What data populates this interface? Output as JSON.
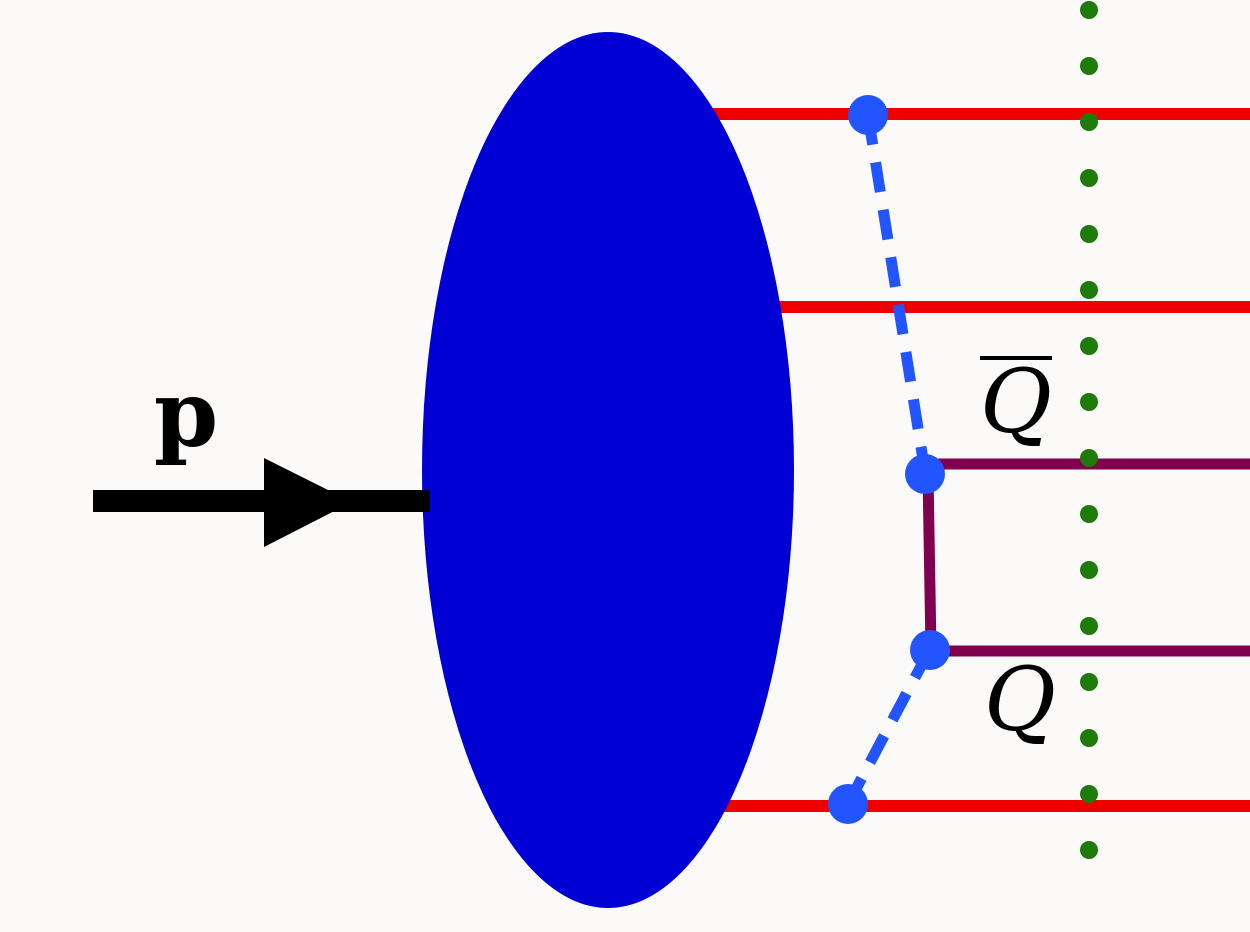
{
  "diagram": {
    "momentum_label": "p",
    "quark_label": "Q",
    "antiquark_label": "Q",
    "colors": {
      "background": "#fbfaf8",
      "hadron_blob": "#0000d4",
      "parton_line": "#ee0000",
      "heavy_quark_line": "#800050",
      "gluon_dash": "#2255ff",
      "vertex": "#2255ff",
      "cut_line": "#1e7a0a",
      "arrow": "#000000"
    }
  }
}
